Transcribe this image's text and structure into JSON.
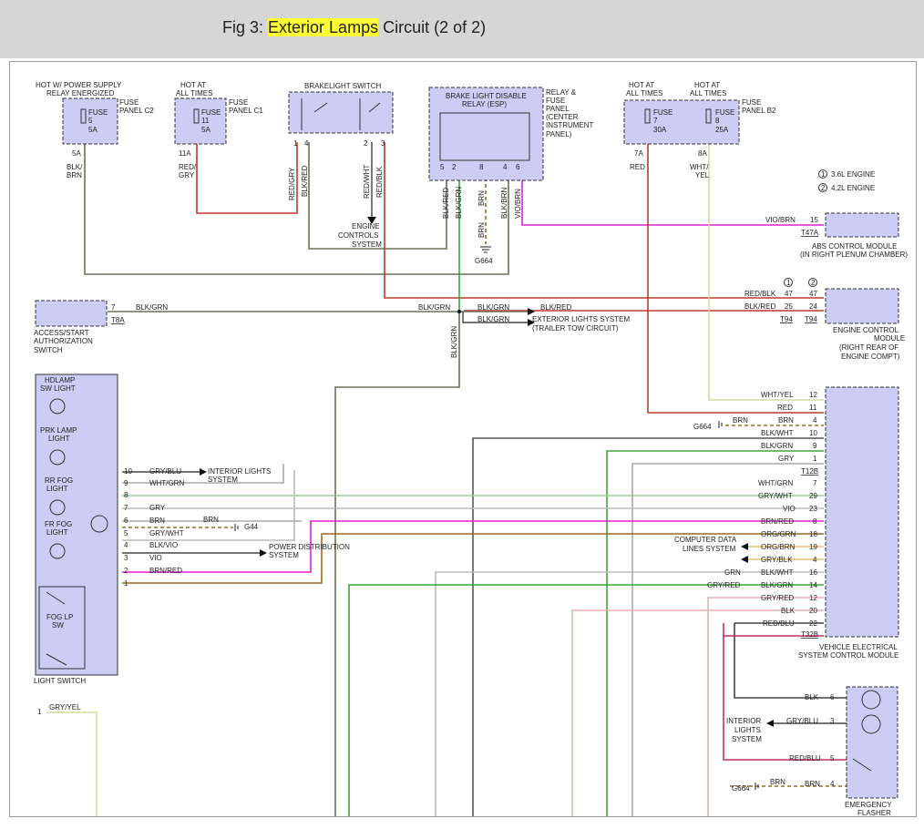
{
  "header": {
    "prefix": "Fig 3: ",
    "highlight": "Exterior Lamps",
    "suffix": " Circuit (2 of 2)"
  },
  "colors": {
    "header_bg": "#d6d6d6",
    "highlight": "#ffff33",
    "module_fill": "#ccccf4",
    "red": "#c0392b",
    "pink": "#e01fd4",
    "olive": "#6b705c",
    "green": "#38a838",
    "brown": "#9a6a20",
    "yellow": "#d8d8a0",
    "gray": "#aaaaaa"
  },
  "top": {
    "fuse_c2": {
      "hot": [
        "HOT W/ POWER SUPPLY",
        "RELAY ENERGIZED"
      ],
      "fuse": [
        "FUSE",
        "5",
        "5A"
      ],
      "panel": [
        "FUSE",
        "PANEL C2"
      ],
      "out": "5A",
      "wire": [
        "BLK/",
        "BRN"
      ]
    },
    "fuse_c1": {
      "hot": [
        "HOT AT",
        "ALL TIMES"
      ],
      "fuse": [
        "FUSE",
        "11",
        "5A"
      ],
      "panel": [
        "FUSE",
        "PANEL C1"
      ],
      "out": "11A",
      "wire": [
        "RED/",
        "GRY"
      ]
    },
    "brake_switch": {
      "title": "BRAKELIGHT SWITCH",
      "pins": [
        "1",
        "4",
        "2",
        "3"
      ],
      "wires": [
        "RED/GRY",
        "BLK/RED",
        "RED/WHT",
        "RED/BLK"
      ]
    },
    "engine_controls": [
      "ENGINE",
      "CONTROLS",
      "SYSTEM"
    ],
    "relay": {
      "title": [
        "BRAKE LIGHT DISABLE",
        "RELAY (ESP)"
      ],
      "panel": [
        "RELAY &",
        "FUSE",
        "PANEL",
        "(CENTER",
        "INSTRUMENT",
        "PANEL)"
      ],
      "pins": [
        "5",
        "2",
        "8",
        "4",
        "6"
      ],
      "wires": [
        "BLK/RED",
        "BLK/GRN",
        "BRN",
        "BLK/BRN",
        "VIO/BRN"
      ],
      "brn": "BRN",
      "ground": "G664"
    },
    "fuse_b2": {
      "hot1": [
        "HOT AT",
        "ALL TIMES"
      ],
      "hot2": [
        "HOT AT",
        "ALL TIMES"
      ],
      "fuse7": [
        "FUSE",
        "7",
        "30A"
      ],
      "fuse8": [
        "FUSE",
        "8",
        "25A"
      ],
      "panel": [
        "FUSE",
        "PANEL B2"
      ],
      "out7": "7A",
      "out8": "8A",
      "wire7": "RED",
      "wire8": [
        "WHT/",
        "YEL"
      ]
    },
    "engines": {
      "e1": "3.6L ENGINE",
      "e2": "4.2L ENGINE",
      "n1": "1",
      "n2": "2"
    }
  },
  "abs": {
    "wire": "VIO/BRN",
    "pin": "15",
    "conn": "T47A",
    "label": [
      "ABS CONTROL MODULE",
      "(IN RIGHT PLENUM CHAMBER)"
    ]
  },
  "ecm": {
    "n1": "1",
    "n2": "2",
    "rows": [
      {
        "wire": "RED/BLK",
        "p1": "47",
        "p2": "47"
      },
      {
        "wire": "BLK/RED",
        "p1": "25",
        "p2": "24"
      }
    ],
    "conn1": "T94",
    "conn2": "T94",
    "label": [
      "ENGINE CONTROL",
      "MODULE",
      "(RIGHT REAR OF",
      "ENGINE COMPT)"
    ]
  },
  "access": {
    "label": [
      "ACCESS/START",
      "AUTHORIZATION",
      "SWITCH"
    ],
    "pin": "7",
    "conn": "T8A",
    "wire": "BLK/GRN",
    "w2": "BLK/GRN",
    "w3": "BLK/GRN",
    "w4": "BLK/RED",
    "w5": "BLK/GRN",
    "exterior": [
      "EXTERIOR LIGHTS SYSTEM",
      "(TRAILER TOW CIRCUIT)"
    ]
  },
  "light_switch": {
    "title": "LIGHT SWITCH",
    "lamps": [
      [
        "HDLAMP",
        "SW LIGHT"
      ],
      [
        "PRK LAMP",
        "LIGHT"
      ],
      [
        "RR FOG",
        "LIGHT"
      ],
      [
        "FR FOG",
        "LIGHT"
      ],
      [
        "FOG LP",
        "SW"
      ]
    ],
    "pins": [
      "10",
      "9",
      "8",
      "7",
      "6",
      "5",
      "4",
      "3",
      "2",
      "1"
    ],
    "wires": [
      "GRY/BLU",
      "WHT/GRN",
      "",
      "GRY",
      "BRN",
      "GRY/WHT",
      "BLK/VIO",
      "VIO",
      "BRN/RED",
      ""
    ],
    "interior": [
      "INTERIOR LIGHTS",
      "SYSTEM"
    ],
    "power": [
      "POWER DISTRIBUTION",
      "SYSTEM"
    ],
    "brn2": "BRN",
    "g44": "G44",
    "pin_bottom": "1",
    "wire_bottom": "GRY/YEL"
  },
  "vescm": {
    "rows": [
      {
        "wire": "WHT/YEL",
        "pin": "12"
      },
      {
        "wire": "RED",
        "pin": "11"
      },
      {
        "wire": "BRN",
        "pin": "4"
      },
      {
        "wire": "BLK/WHT",
        "pin": "10"
      },
      {
        "wire": "BLK/GRN",
        "pin": "9"
      },
      {
        "wire": "GRY",
        "pin": "1"
      }
    ],
    "conn1": "T12B",
    "rows2": [
      {
        "wire": "WHT/GRN",
        "pin": "7"
      },
      {
        "wire": "GRY/WHT",
        "pin": "29"
      },
      {
        "wire": "VIO",
        "pin": "23"
      },
      {
        "wire": "BRN/RED",
        "pin": "8"
      },
      {
        "wire": "ORG/GRN",
        "pin": "18"
      },
      {
        "wire": "ORG/BRN",
        "pin": "19"
      },
      {
        "wire": "GRY/BLK",
        "pin": "4"
      },
      {
        "wire": "BLK/WHT",
        "pin": "16"
      },
      {
        "wire": "BLK/GRN",
        "pin": "14"
      },
      {
        "wire": "GRY/RED",
        "pin": "12"
      },
      {
        "wire": "BLK",
        "pin": "20"
      },
      {
        "wire": "RED/BLU",
        "pin": "22"
      }
    ],
    "conn2": "T32B",
    "ground": "G664",
    "gnd_wire": "BRN",
    "computer": [
      "COMPUTER DATA",
      "LINES SYSTEM"
    ],
    "grn": "GRN",
    "gryred": "GRY/RED",
    "label": [
      "VEHICLE ELECTRICAL",
      "SYSTEM CONTROL MODULE"
    ]
  },
  "flasher": {
    "rows": [
      {
        "wire": "BLK",
        "pin": "6"
      },
      {
        "wire": "GRY/BLU",
        "pin": "3"
      },
      {
        "wire": "RED/BLU",
        "pin": "5"
      },
      {
        "wire": "BRN",
        "pin": "4"
      }
    ],
    "interior": [
      "INTERIOR",
      "LIGHTS",
      "SYSTEM"
    ],
    "ground": "G664",
    "gnd_wire": "BRN",
    "label": [
      "EMERGENCY",
      "FLASHER"
    ]
  }
}
